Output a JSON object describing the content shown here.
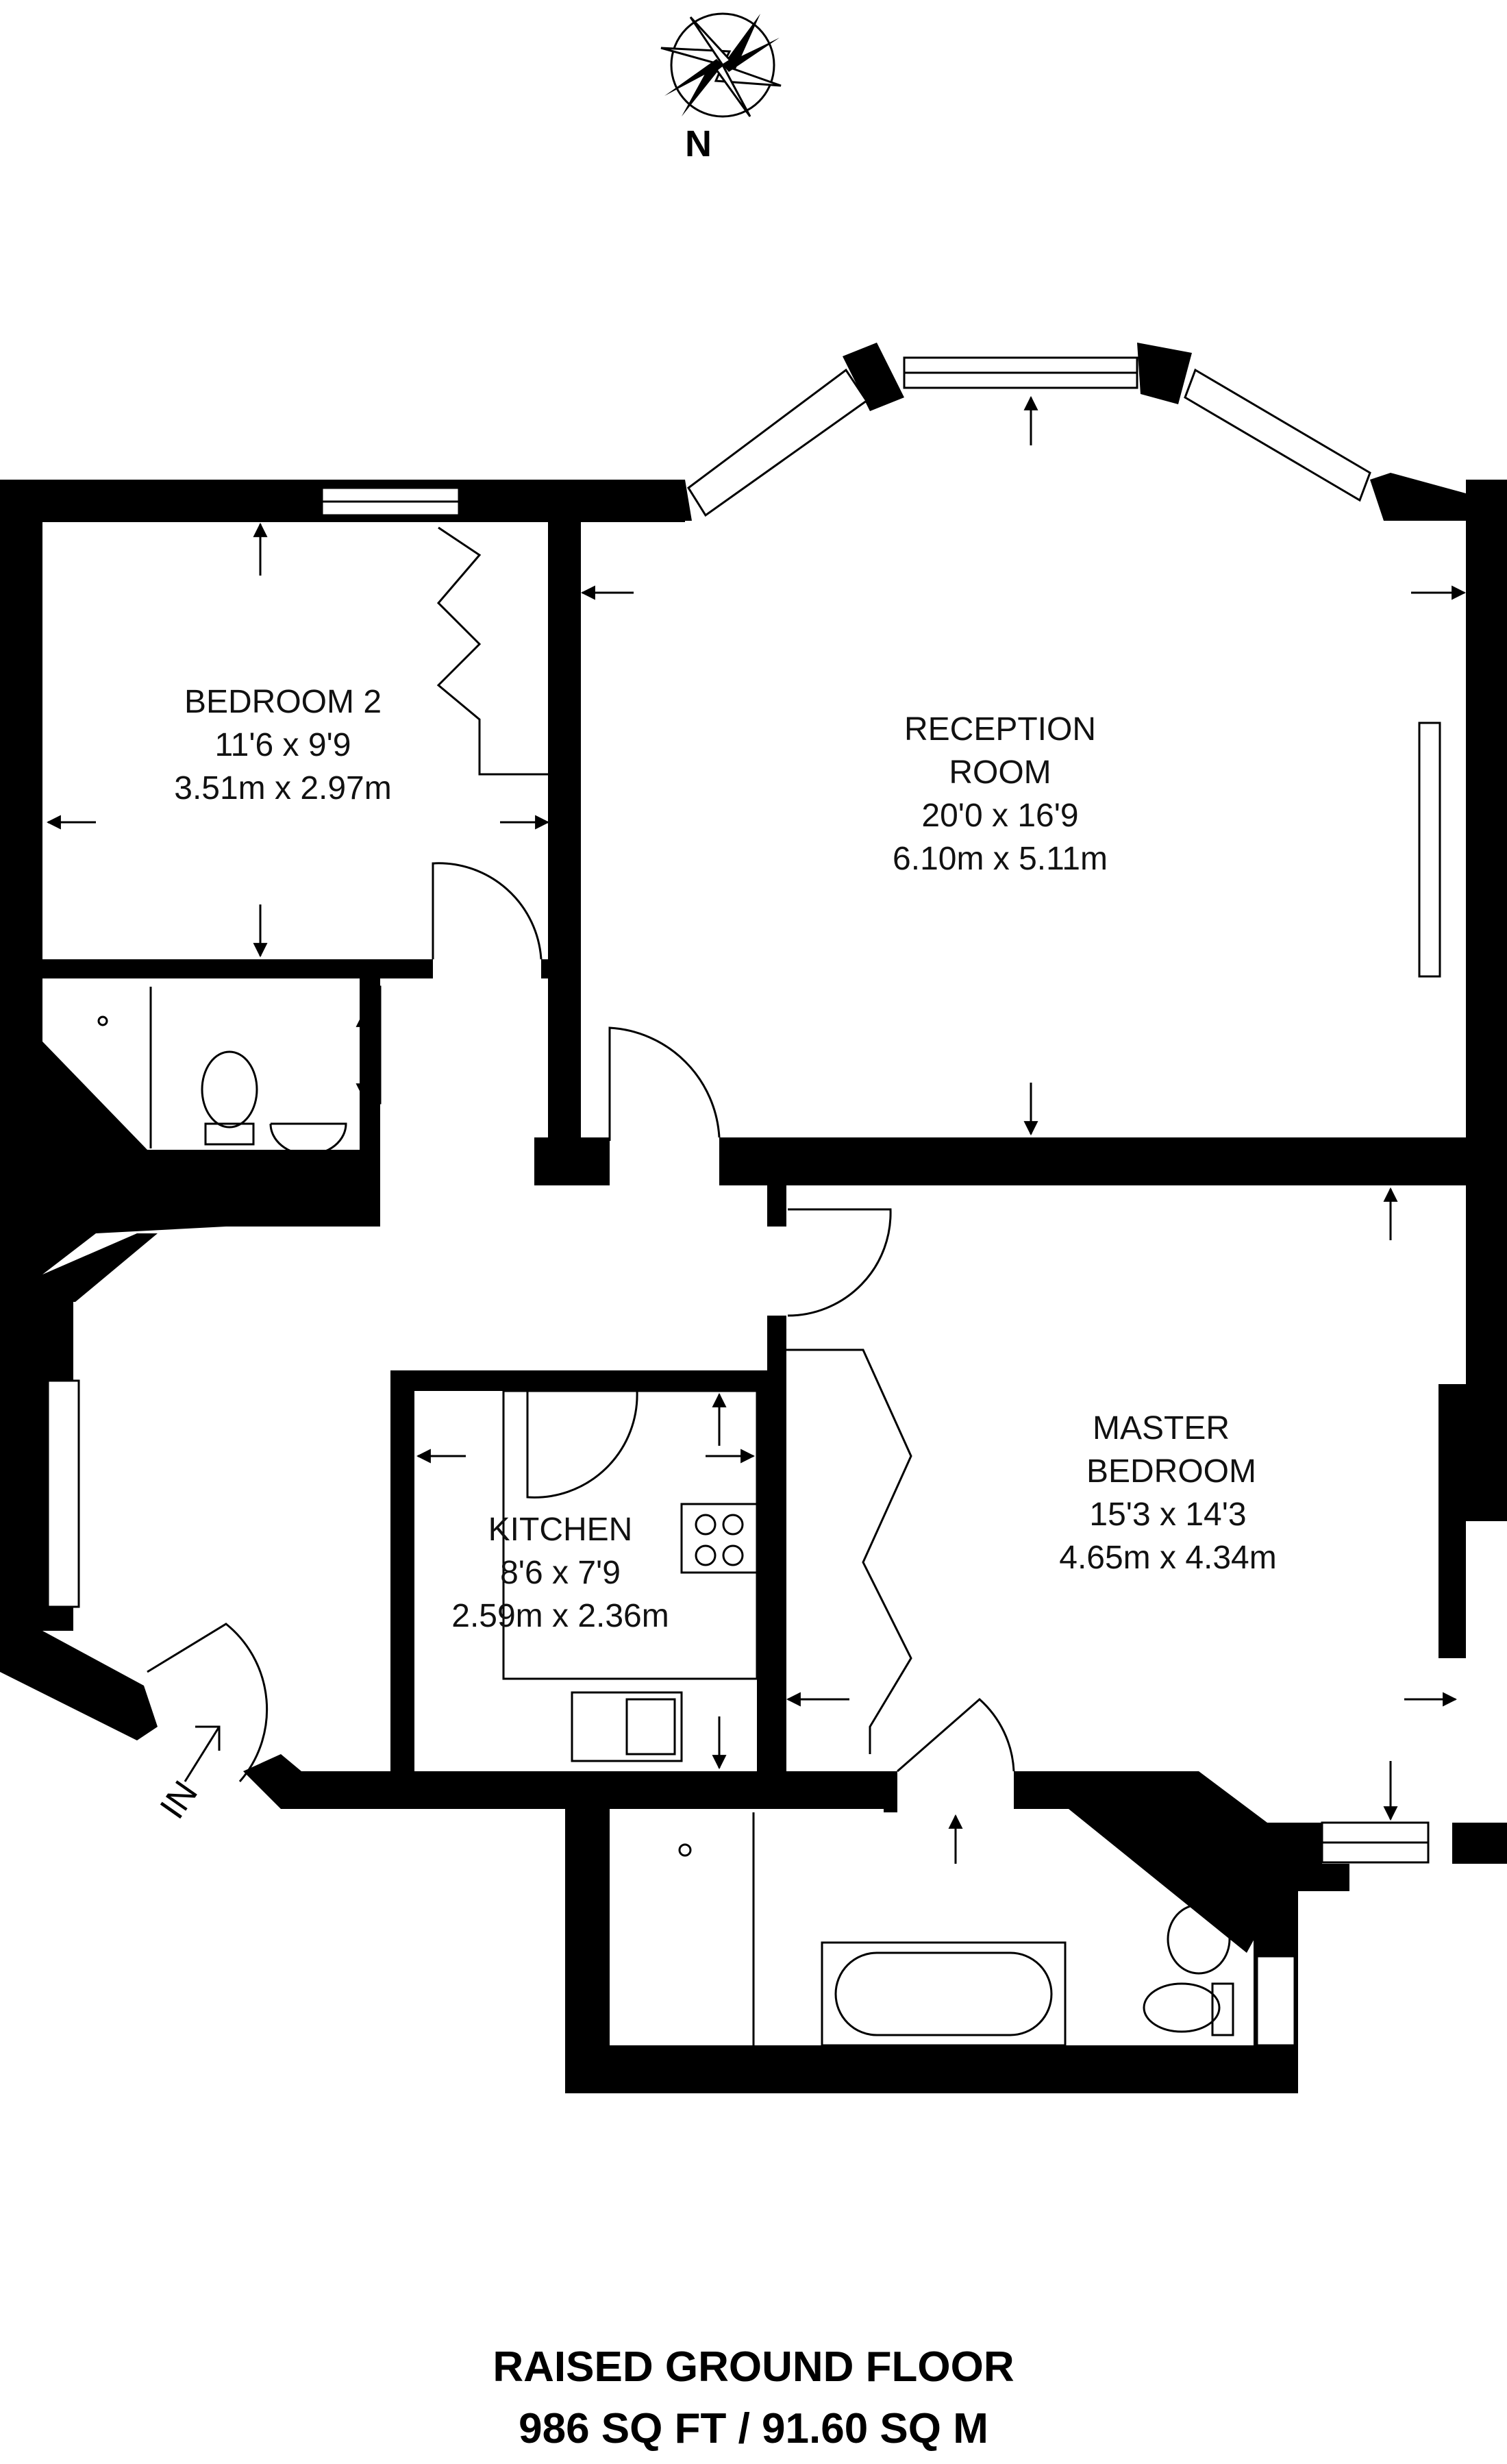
{
  "compass": {
    "north_label": "N"
  },
  "entrance": {
    "label": "IN"
  },
  "rooms": {
    "bedroom2": {
      "name": "BEDROOM 2",
      "imperial": "11'6 x 9'9",
      "metric": "3.51m x 2.97m"
    },
    "reception": {
      "name_line1": "RECEPTION",
      "name_line2": "ROOM",
      "imperial": "20'0 x 16'9",
      "metric": "6.10m x 5.11m"
    },
    "master": {
      "name_line1": "MASTER",
      "name_line2": "BEDROOM",
      "imperial": "15'3 x 14'3",
      "metric": "4.65m x 4.34m"
    },
    "kitchen": {
      "name": "KITCHEN",
      "imperial": "8'6 x 7'9",
      "metric": "2.59m x 2.36m"
    }
  },
  "footer": {
    "floor": "RAISED GROUND FLOOR",
    "area": "986 SQ FT / 91.60 SQ M"
  }
}
